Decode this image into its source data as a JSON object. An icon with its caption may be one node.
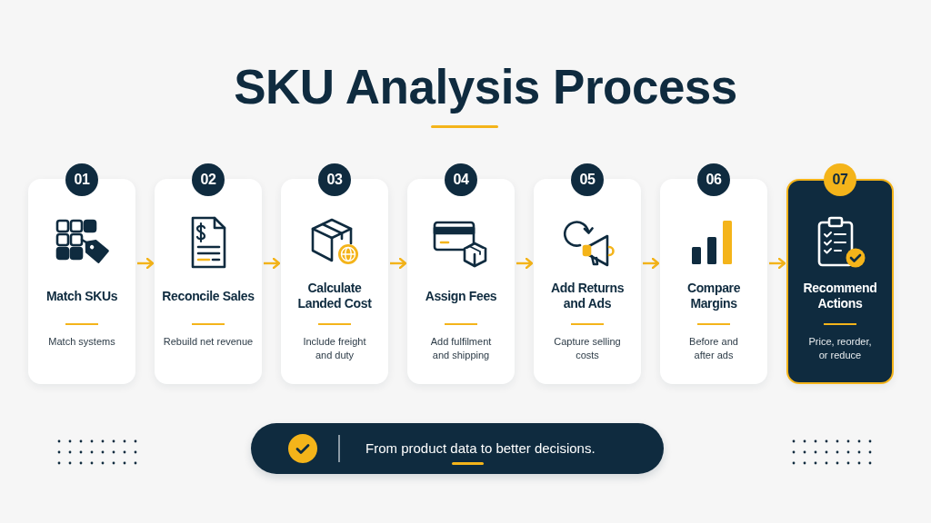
{
  "diagram": {
    "title": "SKU Analysis Process",
    "nodes": [
      {
        "text": [
          "01",
          "Match SKUs",
          "Match systems"
        ]
      },
      {
        "text": [
          "02",
          "Reconcile Sales",
          "Rebuild net revenue"
        ]
      },
      {
        "text": [
          "03",
          "Calculate Landed Cost",
          "Include freight and duty"
        ]
      },
      {
        "text": [
          "04",
          "Assign Fees",
          "Add fulfilment and shipping"
        ]
      },
      {
        "text": [
          "05",
          "Add Returns and Ads",
          "Capture selling costs"
        ]
      },
      {
        "text": [
          "06",
          "Compare Margins",
          "Before and after ads"
        ]
      },
      {
        "text": [
          "07",
          "Recommend Actions",
          "Price, reorder, or reduce"
        ]
      },
      {
        "text": [
          "From product data to better decisions."
        ]
      }
    ],
    "edges": [
      {
        "from": 0,
        "to": 1,
        "arrow": "to"
      },
      {
        "from": 1,
        "to": 2,
        "arrow": "to"
      },
      {
        "from": 2,
        "to": 3,
        "arrow": "to"
      },
      {
        "from": 3,
        "to": 4,
        "arrow": "to"
      },
      {
        "from": 4,
        "to": 5,
        "arrow": "to"
      },
      {
        "from": 5,
        "to": 6,
        "arrow": "to"
      }
    ]
  }
}
